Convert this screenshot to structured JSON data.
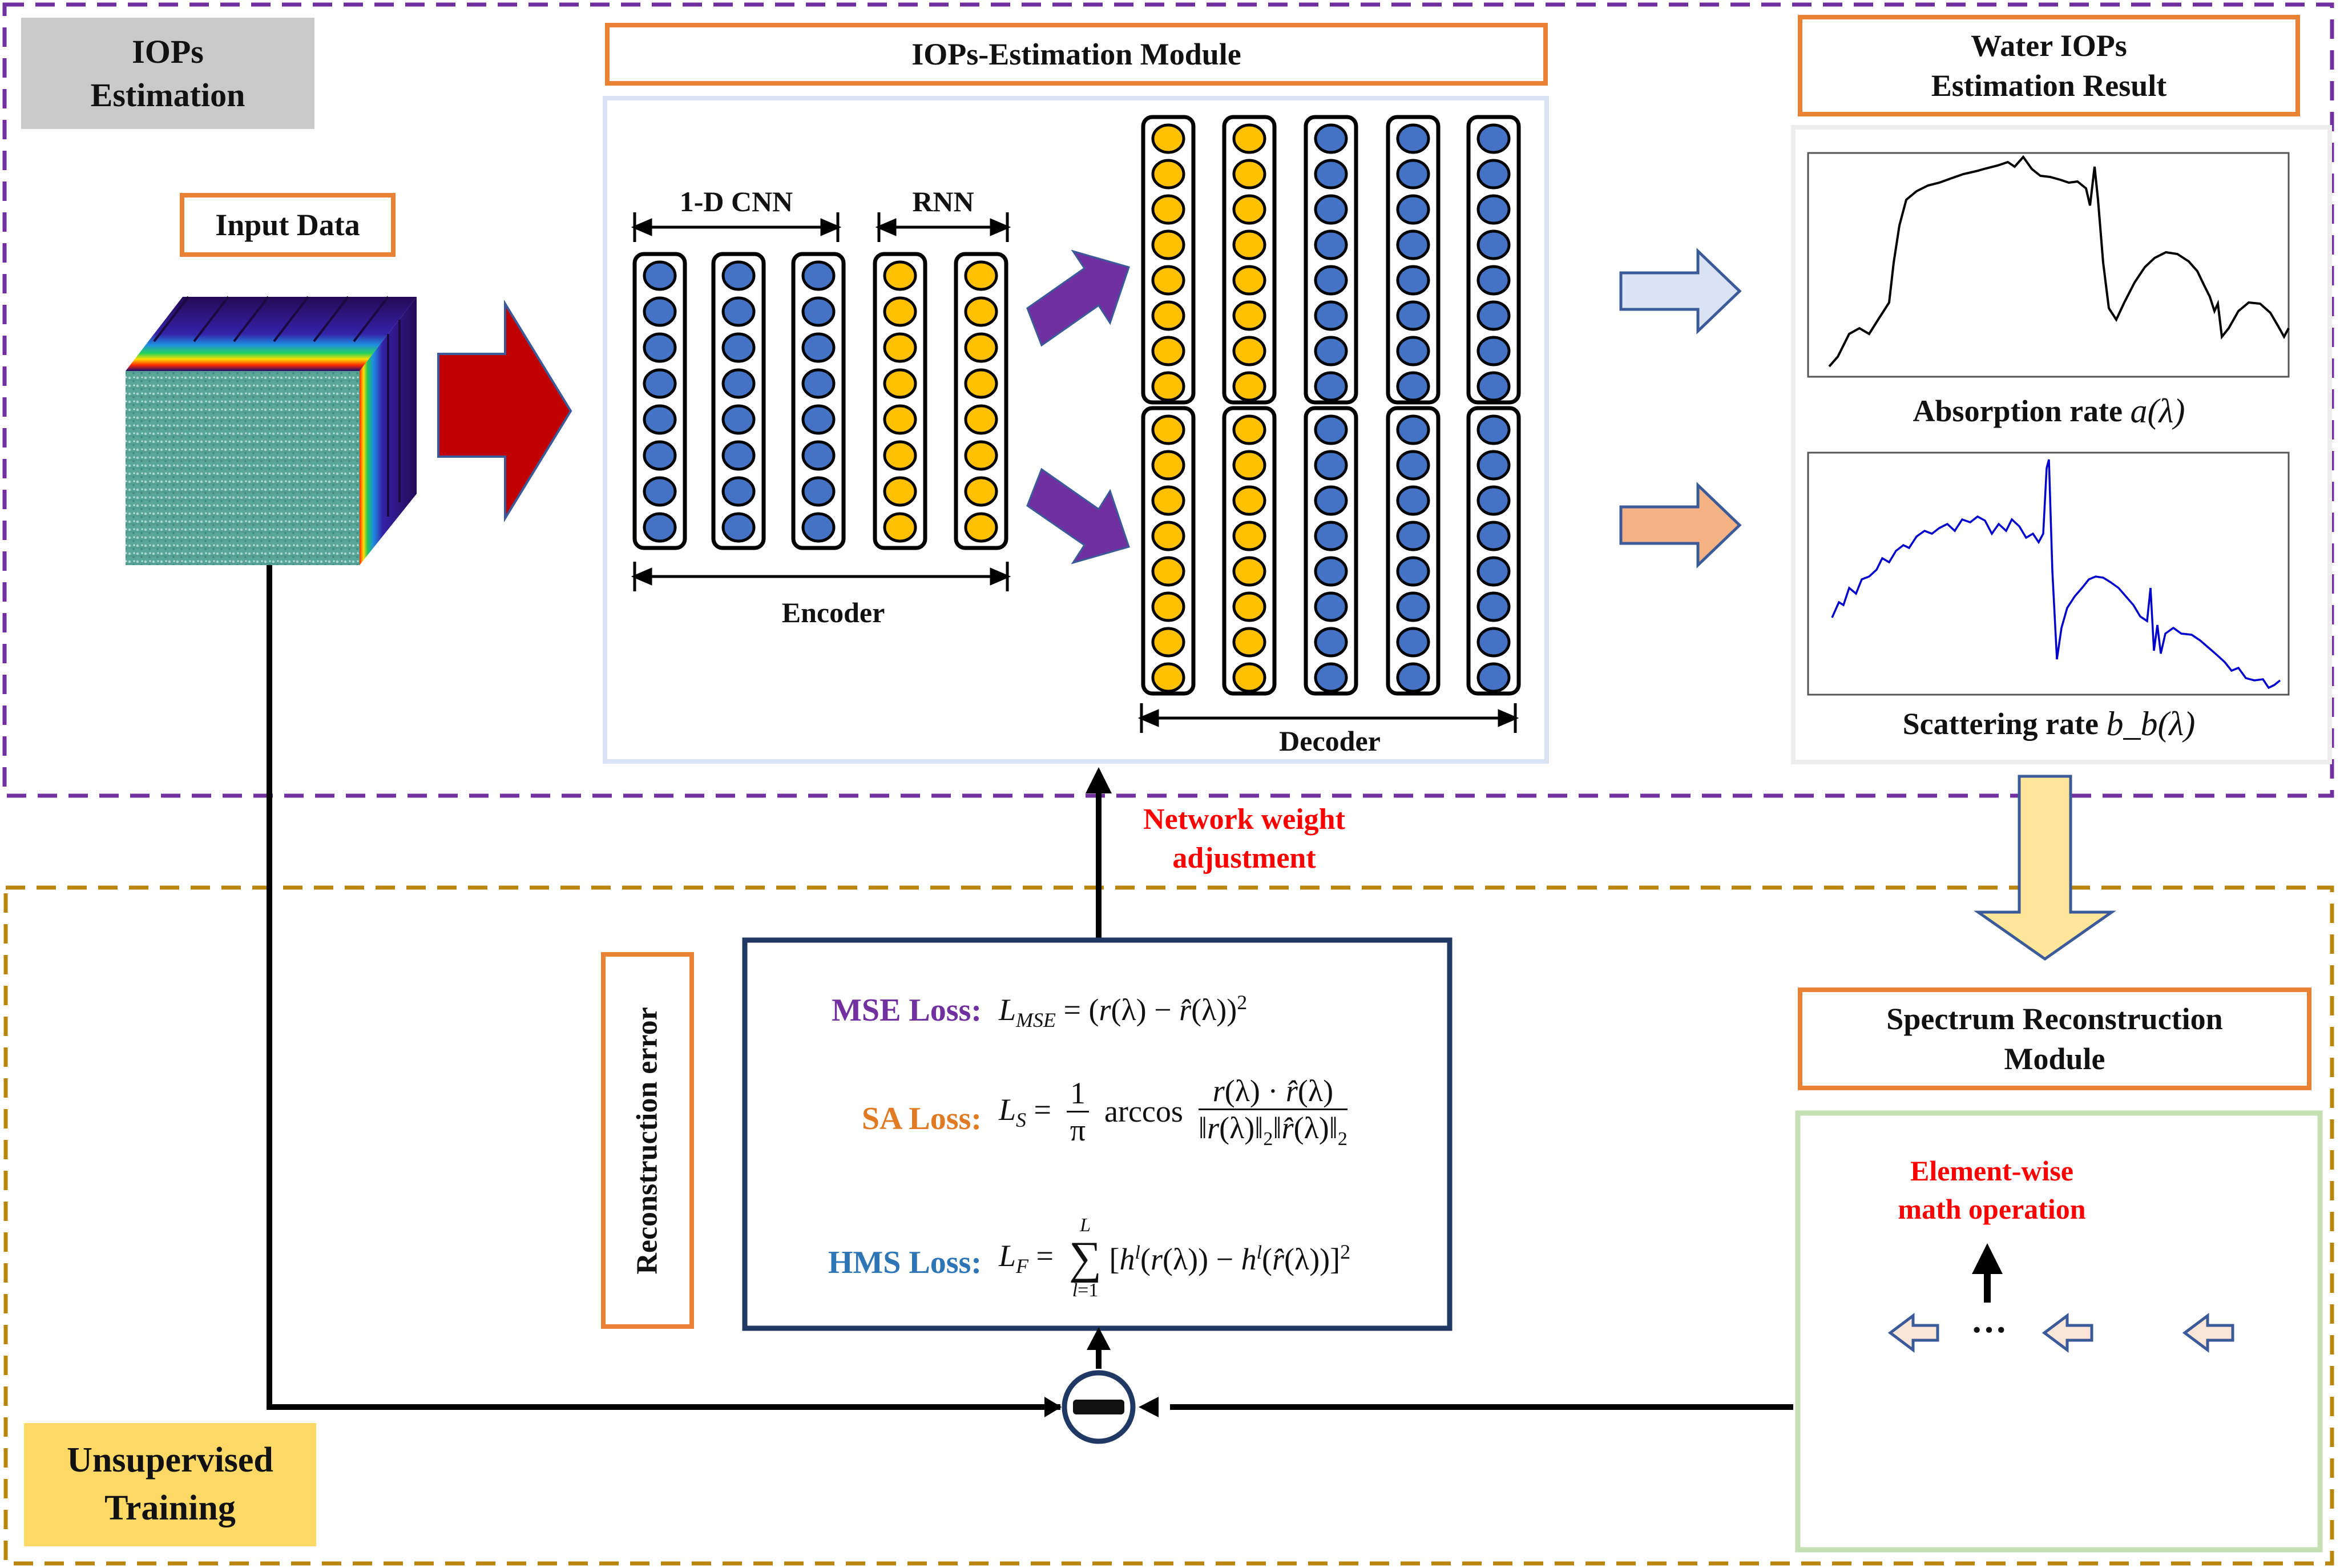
{
  "labels": {
    "iops_estimation": "IOPs\nEstimation",
    "input_data": "Input Data",
    "module_title": "IOPs-Estimation Module",
    "cnn": "1-D CNN",
    "rnn": "RNN",
    "encoder": "Encoder",
    "decoder": "Decoder",
    "result_title": "Water IOPs\nEstimation Result",
    "absorption": "Absorption rate",
    "absorption_sym": "a(λ)",
    "scattering": "Scattering rate",
    "scattering_sym": "b_b(λ)",
    "network_weight": "Network weight\nadjustment",
    "reconstruction_error": "Reconstruction error",
    "spectrum_module": "Spectrum Reconstruction\nModule",
    "element_wise": "Element-wise\nmath operation",
    "ellipsis": "···",
    "unsupervised": "Unsupervised\nTraining"
  },
  "losses": [
    {
      "name": "MSE Loss:",
      "color": "#7030a0"
    },
    {
      "name": "SA Loss:",
      "color": "#e07b24"
    },
    {
      "name": "HMS Loss:",
      "color": "#2e75b6"
    }
  ],
  "colors": {
    "purple_dash": "#7030a0",
    "gold_dash": "#b8860b",
    "orange_border": "#e98234",
    "encoder_blue": "#4472c4",
    "rnn_yellow": "#ffc000",
    "red_arrow": "#c00000",
    "purple_arrow": "#7030a0",
    "light_blue_arrow": "#dae3f3",
    "orange_arrow": "#f4b183",
    "yellow_arrow": "#ffe699",
    "navy": "#1f3864",
    "green_node": "#c5e0b4",
    "grey_node": "#d0d0d0",
    "red_node": "#ff0000",
    "red_text": "#ff0000"
  },
  "icons": [
    "hyperspectral-cube-icon",
    "subtract-icon",
    "arrow-right-icon",
    "arrow-down-icon",
    "arrow-up-icon",
    "arrow-left-icon"
  ]
}
